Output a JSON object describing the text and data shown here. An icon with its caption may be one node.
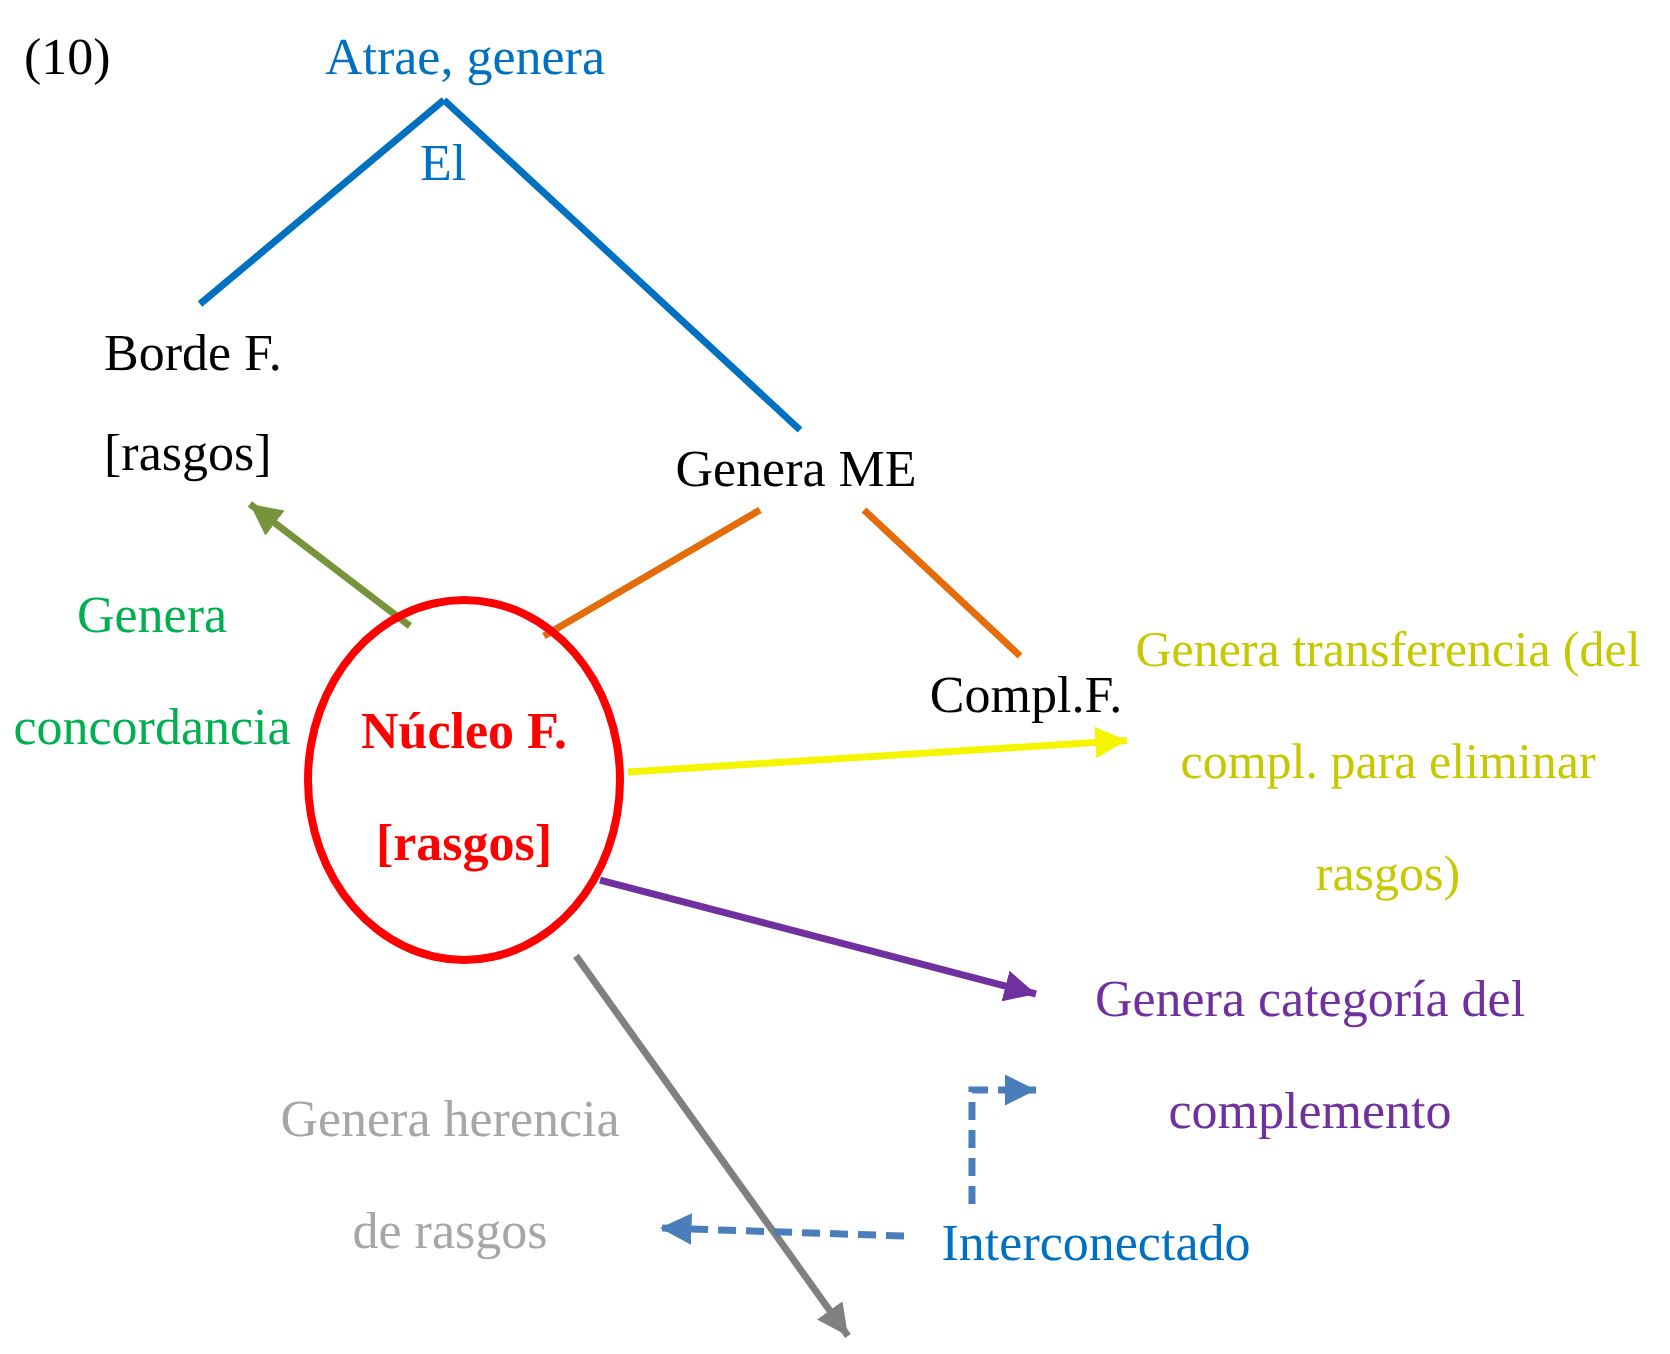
{
  "diagram": {
    "nodes": [
      {
        "text": [
          "Atrae, genera"
        ],
        "beside": [
          "El"
        ]
      },
      {
        "text": [
          "Borde F.",
          "[rasgos]"
        ]
      },
      {
        "text": [
          "Genera ME"
        ]
      },
      {
        "text": [
          "Núcleo F.",
          "[rasgos]"
        ]
      },
      {
        "text": [
          "Compl.F."
        ]
      },
      {
        "text": [
          "Genera transferencia (del compl. para eliminar rasgos)"
        ]
      },
      {
        "text": [
          "Genera categoría del complemento"
        ]
      },
      {
        "text": [
          "Genera herencia de rasgos"
        ]
      },
      {
        "text": [
          "Interconectado"
        ]
      }
    ],
    "edges": [
      {
        "from": 0,
        "to": 1,
        "arrow": "none",
        "color": "#0070c0"
      },
      {
        "from": 0,
        "to": 2,
        "arrow": "none",
        "color": "#0070c0"
      },
      {
        "from": 2,
        "to": 3,
        "arrow": "none",
        "color": "#e46c0a"
      },
      {
        "from": 2,
        "to": 4,
        "arrow": "none",
        "color": "#e46c0a"
      },
      {
        "from": 3,
        "to": 1,
        "arrow": "to",
        "label": "Genera concordancia",
        "color": "#77933c"
      },
      {
        "from": 3,
        "to": 5,
        "arrow": "to",
        "color": "#f5f500"
      },
      {
        "from": 3,
        "to": 6,
        "arrow": "to",
        "color": "#7030a0"
      },
      {
        "from": 3,
        "to": null,
        "arrow": "to",
        "color": "#808080"
      },
      {
        "from": 8,
        "to": 7,
        "arrow": "to",
        "style": "dashed",
        "color": "#4a7ebb"
      },
      {
        "from": 8,
        "to": 6,
        "arrow": "to",
        "style": "dashed",
        "color": "#4a7ebb"
      }
    ],
    "labels": [
      "(10)"
    ]
  }
}
